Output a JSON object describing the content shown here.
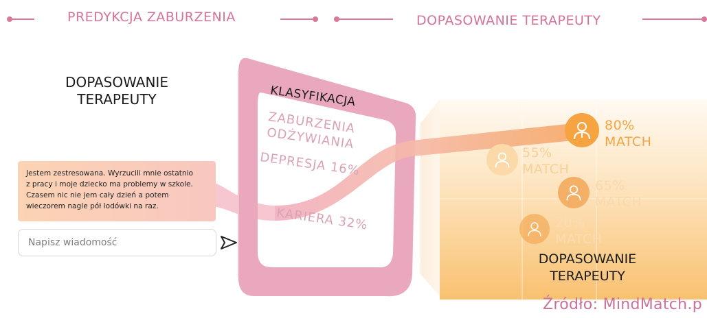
{
  "timeline": {
    "stage_left": "PREDYKCJA ZABURZENIA",
    "stage_right": "DOPASOWANIE TERAPEUTY"
  },
  "left_panel": {
    "title": [
      "DOPASOWANIE",
      "TERAPEUTY"
    ],
    "message_lines": [
      "Jestem zestresowana. Wyrzucili mnie ostatnio",
      "z pracy i moje dziecko ma problemy w szkole.",
      "Czasem nic nie jem cały dzień a potem",
      "wieczorem nagle pół lodówki na raz."
    ],
    "input_placeholder": "Napisz wiadomość",
    "send_icon": "send-arrow-icon"
  },
  "classification": {
    "title": "KLASYFIKACJA",
    "labels": [
      "ZABURZENIA",
      "ODŻYWIANIA",
      "DEPRESJA 16%",
      "KARIERA 32%"
    ]
  },
  "matches": [
    {
      "percent": "80%",
      "label": "MATCH"
    },
    {
      "percent": "55%",
      "label": "MATCH"
    },
    {
      "percent": "65%",
      "label": "MATCH"
    },
    {
      "percent": "20%",
      "label": "MATCH"
    }
  ],
  "right_panel": {
    "title": [
      "DOPASOWANIE",
      "TERAPEUTY"
    ]
  },
  "source": "Źródło: MindMatch.p",
  "colors": {
    "accent_pink": "#d9789b",
    "frame_pink": "#e9a8bd",
    "orange": "#f4a94c",
    "source_pink": "#c9729a"
  }
}
